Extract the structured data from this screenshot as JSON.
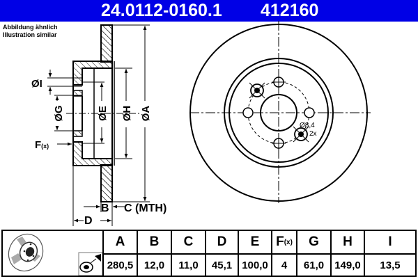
{
  "header": {
    "part_number": "24.0112-0160.1",
    "ref_number": "412160",
    "background": "#0000e6"
  },
  "note": {
    "line1": "Abbildung ähnlich",
    "line2": "Illustration similar"
  },
  "drawing": {
    "side_view_labels": {
      "I": "ØI",
      "G": "ØG",
      "E": "ØE",
      "H": "ØH",
      "A": "ØA",
      "F": "F",
      "F_sub": "(x)",
      "B": "B",
      "C": "C (MTH)",
      "D": "D"
    },
    "front_view_labels": {
      "hole_diameter": "Ø8,4",
      "hole_count": "2x"
    }
  },
  "table": {
    "columns": [
      {
        "key": "A",
        "label": "A",
        "value": "280,5"
      },
      {
        "key": "B",
        "label": "B",
        "value": "12,0"
      },
      {
        "key": "C",
        "label": "C",
        "value": "11,0"
      },
      {
        "key": "D",
        "label": "D",
        "value": "45,1"
      },
      {
        "key": "E",
        "label": "E",
        "value": "100,0"
      },
      {
        "key": "F",
        "label": "F",
        "label_sub": "(x)",
        "value": "4"
      },
      {
        "key": "G",
        "label": "G",
        "value": "61,0"
      },
      {
        "key": "H",
        "label": "H",
        "value": "149,0"
      },
      {
        "key": "I",
        "label": "I",
        "value": "13,5"
      }
    ]
  }
}
